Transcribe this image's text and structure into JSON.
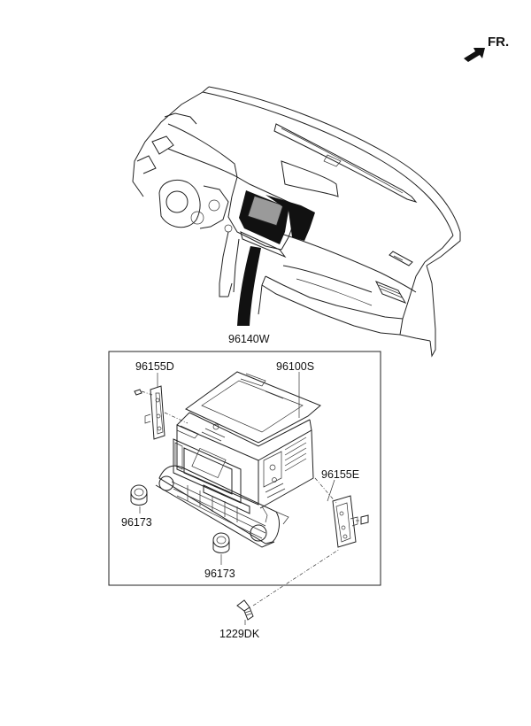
{
  "direction_label": "FR.",
  "parts": {
    "assembly": "96140W",
    "head_unit": "96100S",
    "bracket_left": "96155D",
    "bracket_right": "96155E",
    "knob_left": "96173",
    "knob_right": "96173",
    "screw": "1229DK"
  }
}
